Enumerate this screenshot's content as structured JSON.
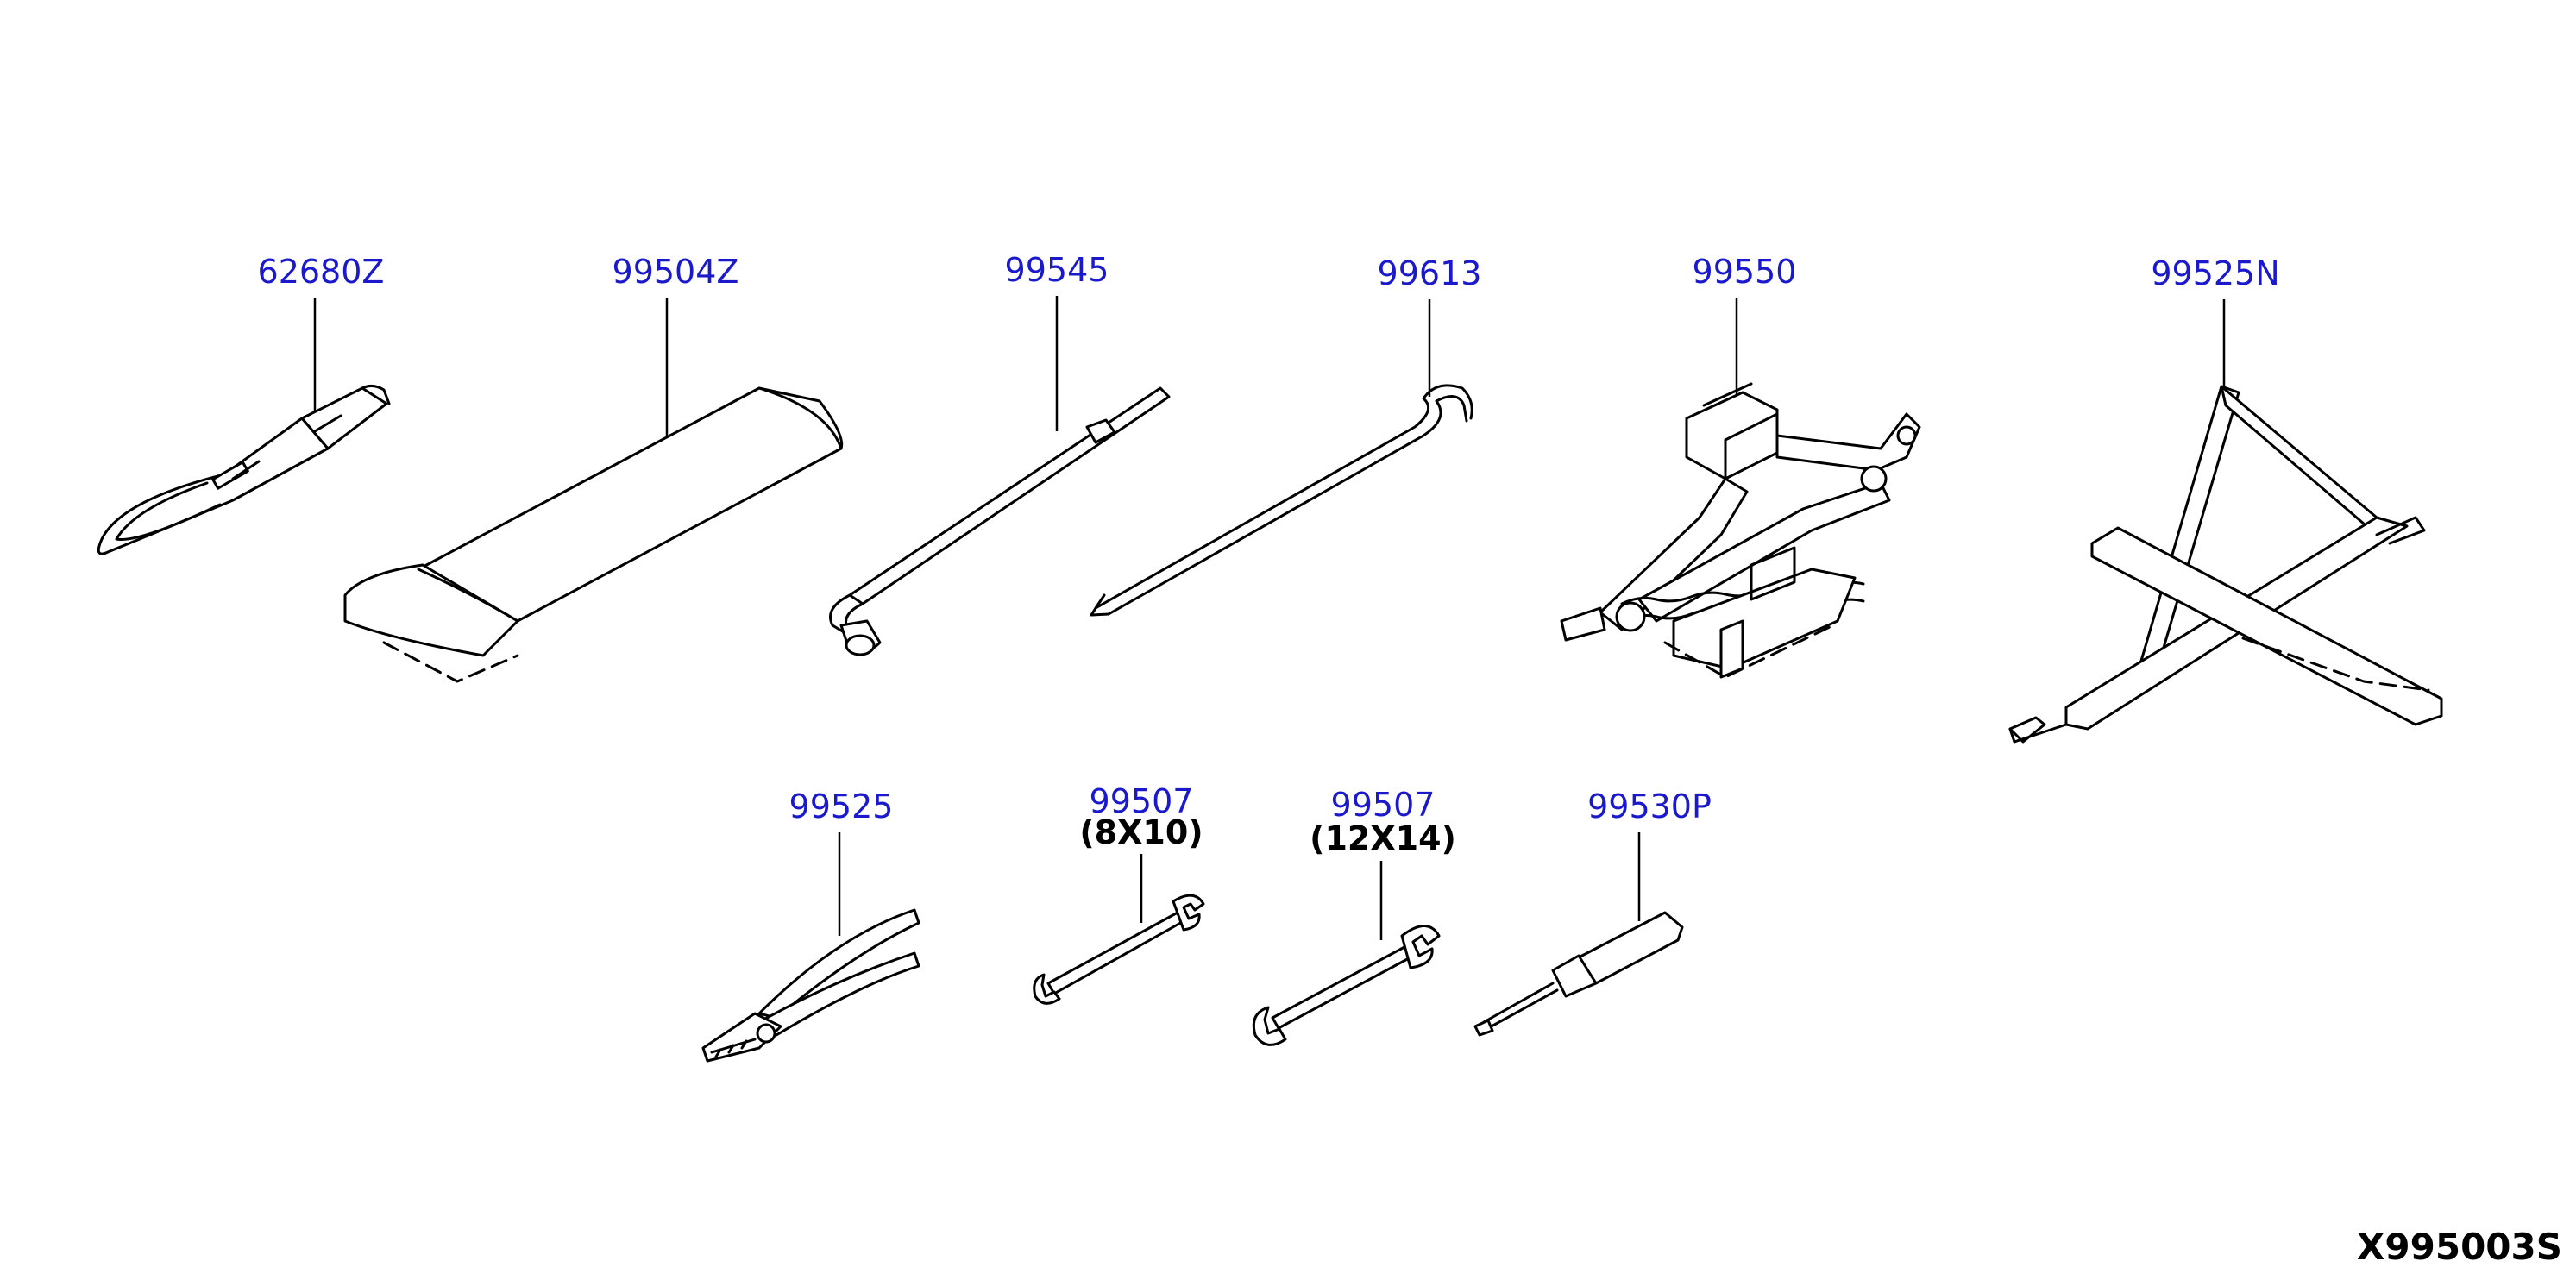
{
  "parts": [
    {
      "id": "tow-hook",
      "part_no": "62680Z"
    },
    {
      "id": "tool-bag",
      "part_no": "99504Z"
    },
    {
      "id": "wheel-wrench",
      "part_no": "99545"
    },
    {
      "id": "jack-handle",
      "part_no": "99613"
    },
    {
      "id": "jack",
      "part_no": "99550"
    },
    {
      "id": "jack-bracket",
      "part_no": "99525N"
    },
    {
      "id": "pliers",
      "part_no": "99525"
    },
    {
      "id": "wrench-small",
      "part_no": "99507",
      "size": "(8X10)"
    },
    {
      "id": "wrench-large",
      "part_no": "99507",
      "size": "(12X14)"
    },
    {
      "id": "screwdriver",
      "part_no": "99530P"
    }
  ],
  "diagram_code": "X995003S",
  "colors": {
    "part_label": "#1a1acc",
    "line": "#000000"
  }
}
